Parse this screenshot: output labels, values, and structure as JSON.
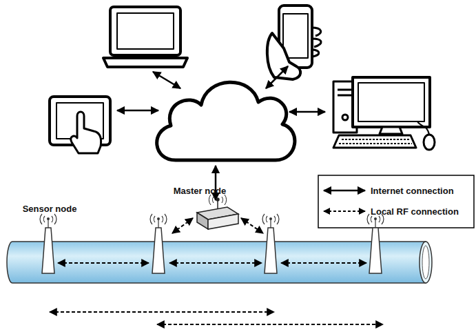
{
  "diagram": {
    "nodes": [
      {
        "text": [
          "Master node"
        ]
      },
      {
        "text": [
          "Sensor node"
        ]
      }
    ],
    "legend": [
      {
        "text": "Internet connection"
      },
      {
        "text": "Local RF connection"
      }
    ]
  }
}
